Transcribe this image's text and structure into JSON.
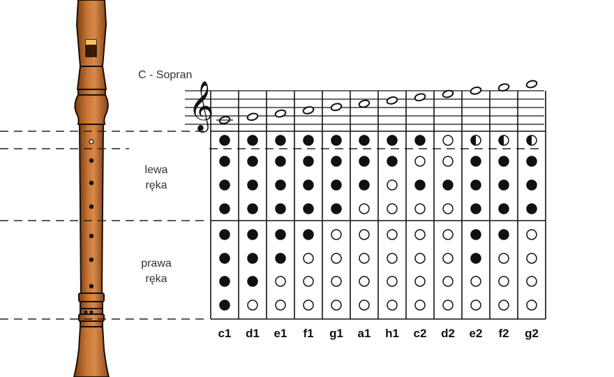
{
  "title": "C - Sopran",
  "hands": {
    "left": "lewa\nręka",
    "right": "prawa\nręka"
  },
  "notes": [
    "c1",
    "d1",
    "e1",
    "f1",
    "g1",
    "a1",
    "h1",
    "c2",
    "d2",
    "e2",
    "f2",
    "g2"
  ],
  "fingering": [
    [
      "closed",
      "closed",
      "closed",
      "closed",
      "closed",
      "closed",
      "closed",
      "closed"
    ],
    [
      "closed",
      "closed",
      "closed",
      "closed",
      "closed",
      "closed",
      "closed",
      "open"
    ],
    [
      "closed",
      "closed",
      "closed",
      "closed",
      "closed",
      "closed",
      "open",
      "open"
    ],
    [
      "closed",
      "closed",
      "closed",
      "closed",
      "closed",
      "open",
      "open",
      "open"
    ],
    [
      "closed",
      "closed",
      "closed",
      "closed",
      "open",
      "open",
      "open",
      "open"
    ],
    [
      "closed",
      "closed",
      "closed",
      "open",
      "open",
      "open",
      "open",
      "open"
    ],
    [
      "closed",
      "closed",
      "open",
      "open",
      "open",
      "open",
      "open",
      "open"
    ],
    [
      "closed",
      "open",
      "closed",
      "open",
      "open",
      "open",
      "open",
      "open"
    ],
    [
      "open",
      "open",
      "closed",
      "open",
      "open",
      "open",
      "open",
      "open"
    ],
    [
      "half",
      "closed",
      "closed",
      "closed",
      "closed",
      "closed",
      "open",
      "open"
    ],
    [
      "half",
      "closed",
      "closed",
      "closed",
      "closed",
      "open",
      "open",
      "open"
    ],
    [
      "half",
      "closed",
      "closed",
      "closed",
      "open",
      "open",
      "open",
      "open"
    ]
  ],
  "colors": {
    "wood": "#b5652a",
    "wood_dark": "#7a3d12",
    "wood_light": "#d98a4a",
    "ink": "#111111"
  },
  "icons": {
    "clef": "treble-clef-icon",
    "instrument": "recorder-icon"
  }
}
